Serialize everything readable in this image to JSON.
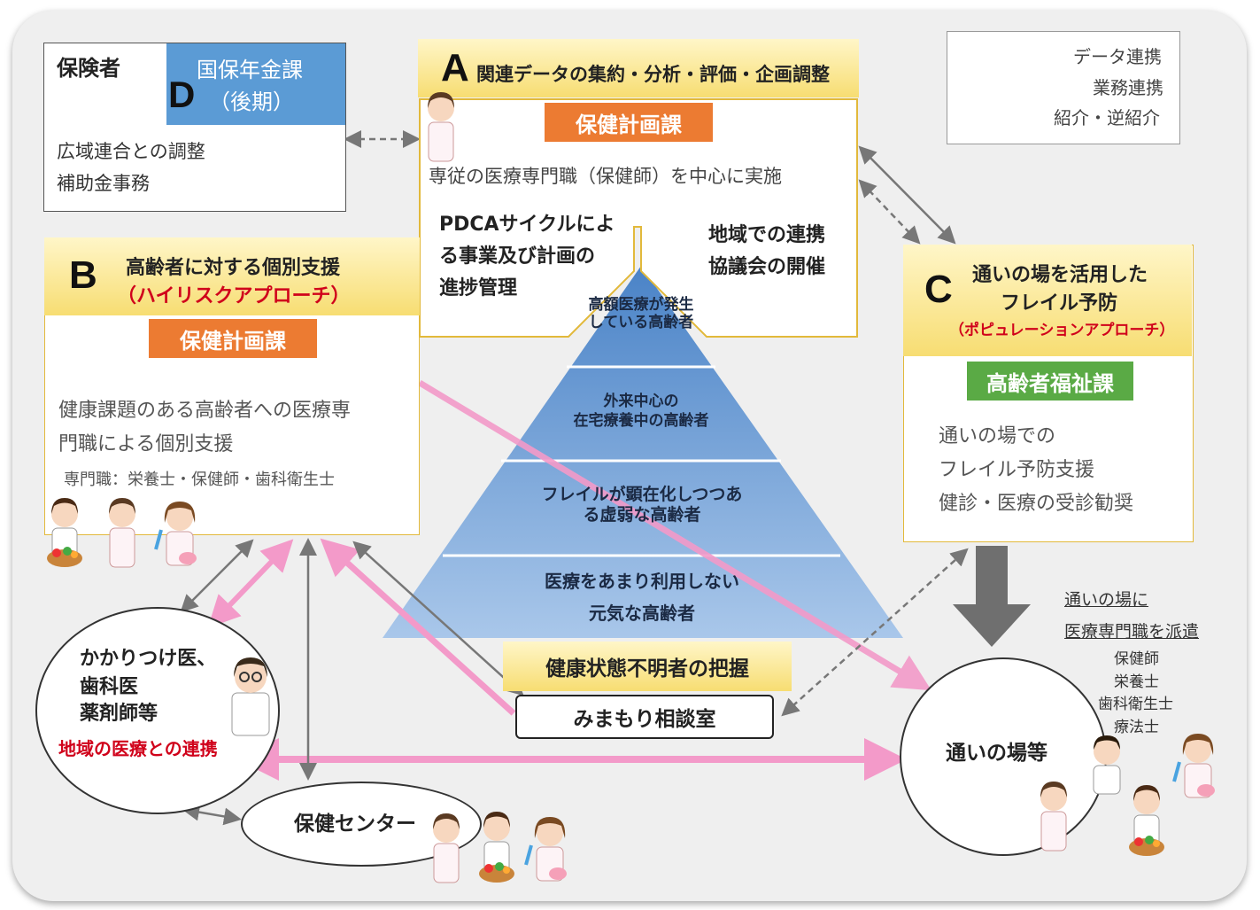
{
  "legend": {
    "data_link": "データ連携",
    "business_link": "業務連携",
    "referral": "紹介・逆紹介"
  },
  "box_d": {
    "insurer": "保険者",
    "letter": "D",
    "dept_line1": "国保年金課",
    "dept_line2": "（後期）",
    "task1": "広域連合との調整",
    "task2": "補助金事務"
  },
  "box_a": {
    "letter": "A",
    "title": "関連データの集約・分析・評価・企画調整",
    "dept": "保健計画課",
    "subtitle": "専従の医療専門職（保健師）を中心に実施",
    "pdca_line1": "PDCAサイクルによ",
    "pdca_line2": "る事業及び計画の",
    "pdca_line3": "進捗管理",
    "council_line1": "地域での連携",
    "council_line2": "協議会の開催"
  },
  "box_b": {
    "letter": "B",
    "title_line1": "高齢者に対する個別支援",
    "title_line2": "（ハイリスクアプローチ）",
    "dept": "保健計画課",
    "desc_line1": "健康課題のある高齢者への医療専",
    "desc_line2": "門職による個別支援",
    "staff": "専門職：栄養士・保健師・歯科衛生士"
  },
  "box_c": {
    "letter": "C",
    "title_line1": "通いの場を活用した",
    "title_line2": "フレイル予防",
    "title_line3": "（ポピュレーションアプローチ）",
    "dept": "高齢者福祉課",
    "desc_line1": "通いの場での",
    "desc_line2": "フレイル予防支援",
    "desc_line3": "健診・医療の受診勧奨"
  },
  "pyramid": {
    "tier1_line1": "高額医療が発生",
    "tier1_line2": "している高齢者",
    "tier2_line1": "外来中心の",
    "tier2_line2": "在宅療養中の高齢者",
    "tier3_line1": "フレイルが顕在化しつつあ",
    "tier3_line2": "る虚弱な高齢者",
    "tier4_line1": "医療をあまり利用しない",
    "tier4_line2": "元気な高齢者"
  },
  "unknown_health": "健康状態不明者の把握",
  "consult_room": "みまもり相談室",
  "doctor": {
    "line1": "かかりつけ医、",
    "line2": "歯科医",
    "line3": "薬剤師等",
    "link": "地域の医療との連携"
  },
  "health_center": "保健センター",
  "dispatch": {
    "line1": "通いの場に",
    "line2": "医療専門職を派遣",
    "staff1": "保健師",
    "staff2": "栄養士",
    "staff3": "歯科衛生士",
    "staff4": "療法士"
  },
  "kayoi_place": "通いの場等",
  "colors": {
    "blue_header": "#5b9bd5",
    "orange_label": "#ec7b32",
    "green_label": "#5aaa45",
    "pink_arrow": "#f39ac9",
    "red_text": "#d0021b",
    "pyramid_blue": "#5b8fcc"
  }
}
